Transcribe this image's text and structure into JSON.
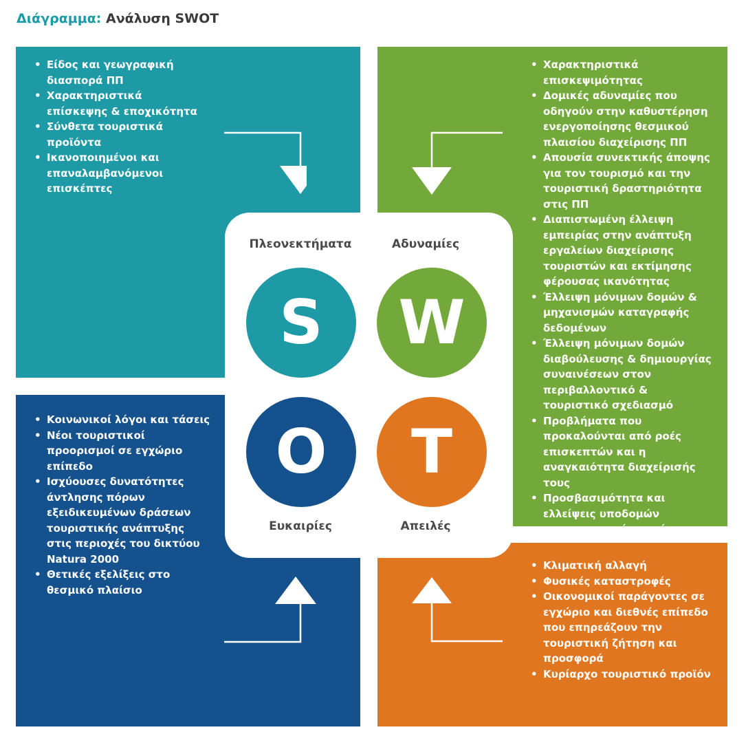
{
  "title": {
    "lead": "Διάγραμμα:",
    "rest": "Ανάλυση SWOT"
  },
  "colors": {
    "strengths": "#1e99a6",
    "weaknesses": "#73a93a",
    "opportunities": "#15528d",
    "threats": "#e0761f"
  },
  "labels": {
    "strengths": "Πλεονεκτήματα",
    "weaknesses": "Αδυναμίες",
    "opportunities": "Ευκαιρίες",
    "threats": "Απειλές"
  },
  "letters": {
    "s": "S",
    "w": "W",
    "o": "O",
    "t": "T"
  },
  "strengths": [
    "Είδος και γεωγραφική διασπορά ΠΠ",
    "Χαρακτηριστικά επίσκεψης & εποχικότητα",
    "Σύνθετα τουριστικά προϊόντα",
    "Ικανοποιημένοι και επαναλαμβανόμενοι επισκέπτες"
  ],
  "weaknesses": [
    "Χαρακτηριστικά επισκεψιμότητας",
    "Δομικές αδυναμίες που οδηγούν στην καθυστέρηση ενεργοποίησης θεσμικού πλαισίου διαχείρισης ΠΠ",
    "Απουσία συνεκτικής άποψης για τον τουρισμό και την τουριστική δραστηριότητα στις ΠΠ",
    "Διαπιστωμένη έλλειψη εμπειρίας στην ανάπτυξη εργαλείων διαχείρισης τουριστών και εκτίμησης φέρουσας ικανότητας",
    "Έλλειψη μόνιμων δομών & μηχανισμών καταγραφής δεδομένων",
    "Έλλειψη μόνιμων δομών διαβούλευσης & δημιουργίας συναινέσεων στον περιβαλλοντικό & τουριστικό σχεδιασμό",
    "Προβλήματα που προκαλούνται από ροές επισκεπτών και η αναγκαιότητα διαχείρισής τους",
    "Προσβασιμότητα και ελλείψεις υποδομών καταγεγραμμένα από επισκέπτες"
  ],
  "opportunities": [
    "Κοινωνικοί λόγοι και τάσεις",
    "Νέοι τουριστικοί προορισμοί σε εγχώριο επίπεδο",
    "Ισχύουσες δυνατότητες άντλησης πόρων εξειδικευμένων δράσεων τουριστικής ανάπτυξης στις περιοχές του δικτύου Natura 2000",
    "Θετικές εξελίξεις στο θεσμικό πλαίσιο"
  ],
  "threats": [
    "Κλιματική αλλαγή",
    "Φυσικές καταστροφές",
    "Οικονομικοί παράγοντες σε εγχώριο και διεθνές επίπεδο που επηρεάζουν την τουριστική ζήτηση και προσφορά",
    "Κυρίαρχο τουριστικό προϊόν"
  ]
}
